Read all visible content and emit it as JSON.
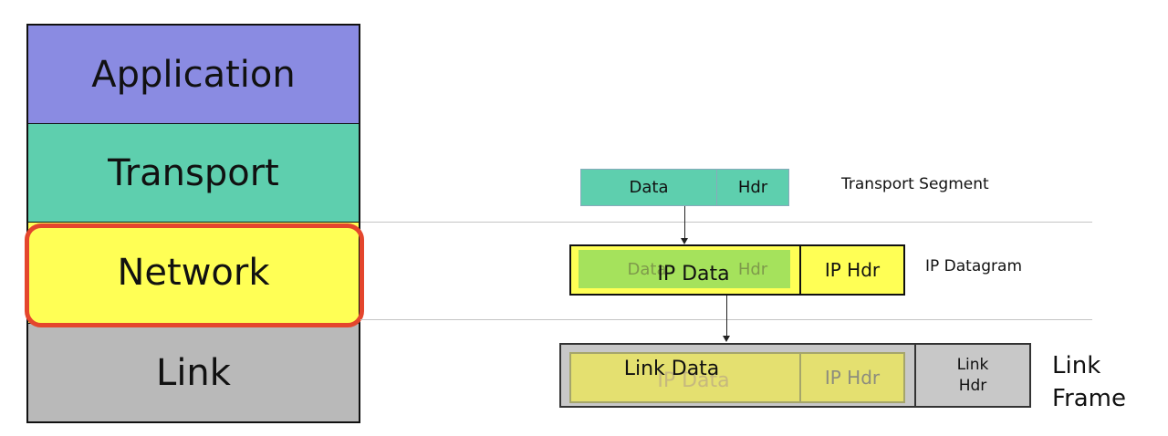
{
  "layers": {
    "application": "Application",
    "transport": "Transport",
    "network": "Network",
    "link": "Link"
  },
  "segment": {
    "data": "Data",
    "hdr": "Hdr",
    "label": "Transport Segment"
  },
  "datagram": {
    "inner_data": "Data",
    "inner_hdr": "Hdr",
    "data_label": "IP Data",
    "hdr_label": "IP Hdr",
    "label": "IP Datagram"
  },
  "frame": {
    "ip_data": "IP Data",
    "ip_hdr": "IP Hdr",
    "data_label": "Link Data",
    "hdr_line1": "Link",
    "hdr_line2": "Hdr",
    "label_line1": "Link",
    "label_line2": "Frame"
  },
  "colors": {
    "application": "#8a8be2",
    "transport": "#5ecfae",
    "network": "#ffff55",
    "link": "#b9b9b9",
    "highlight": "#e4462d"
  },
  "highlighted_layer": "network"
}
